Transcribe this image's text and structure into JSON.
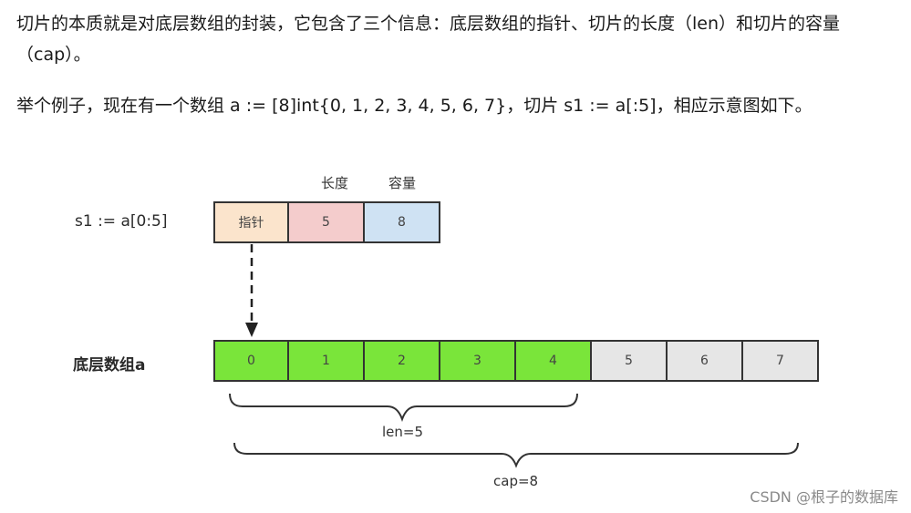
{
  "text": {
    "para1": "切片的本质就是对底层数组的封装，它包含了三个信息：底层数组的指针、切片的长度（len）和切片的容量（cap）。",
    "para2": "举个例子，现在有一个数组 a := [8]int{0, 1, 2, 3, 4, 5, 6, 7}，切片 s1 := a[:5]，相应示意图如下。"
  },
  "diagram": {
    "slice_label": "s1 := a[0:5]",
    "len_header": "长度",
    "cap_header": "容量",
    "slice_cells": [
      {
        "text": "指针",
        "color": "#fbe4cc"
      },
      {
        "text": "5",
        "color": "#f4cccc"
      },
      {
        "text": "8",
        "color": "#cfe2f3"
      }
    ],
    "array_label": "底层数组a",
    "array_cells": [
      "0",
      "1",
      "2",
      "3",
      "4",
      "5",
      "6",
      "7"
    ],
    "len_count": 5,
    "len_color": "#7ae53a",
    "rest_color": "#e6e6e6",
    "len_brace_label": "len=5",
    "cap_brace_label": "cap=8"
  },
  "watermark": "CSDN @根子的数据库"
}
